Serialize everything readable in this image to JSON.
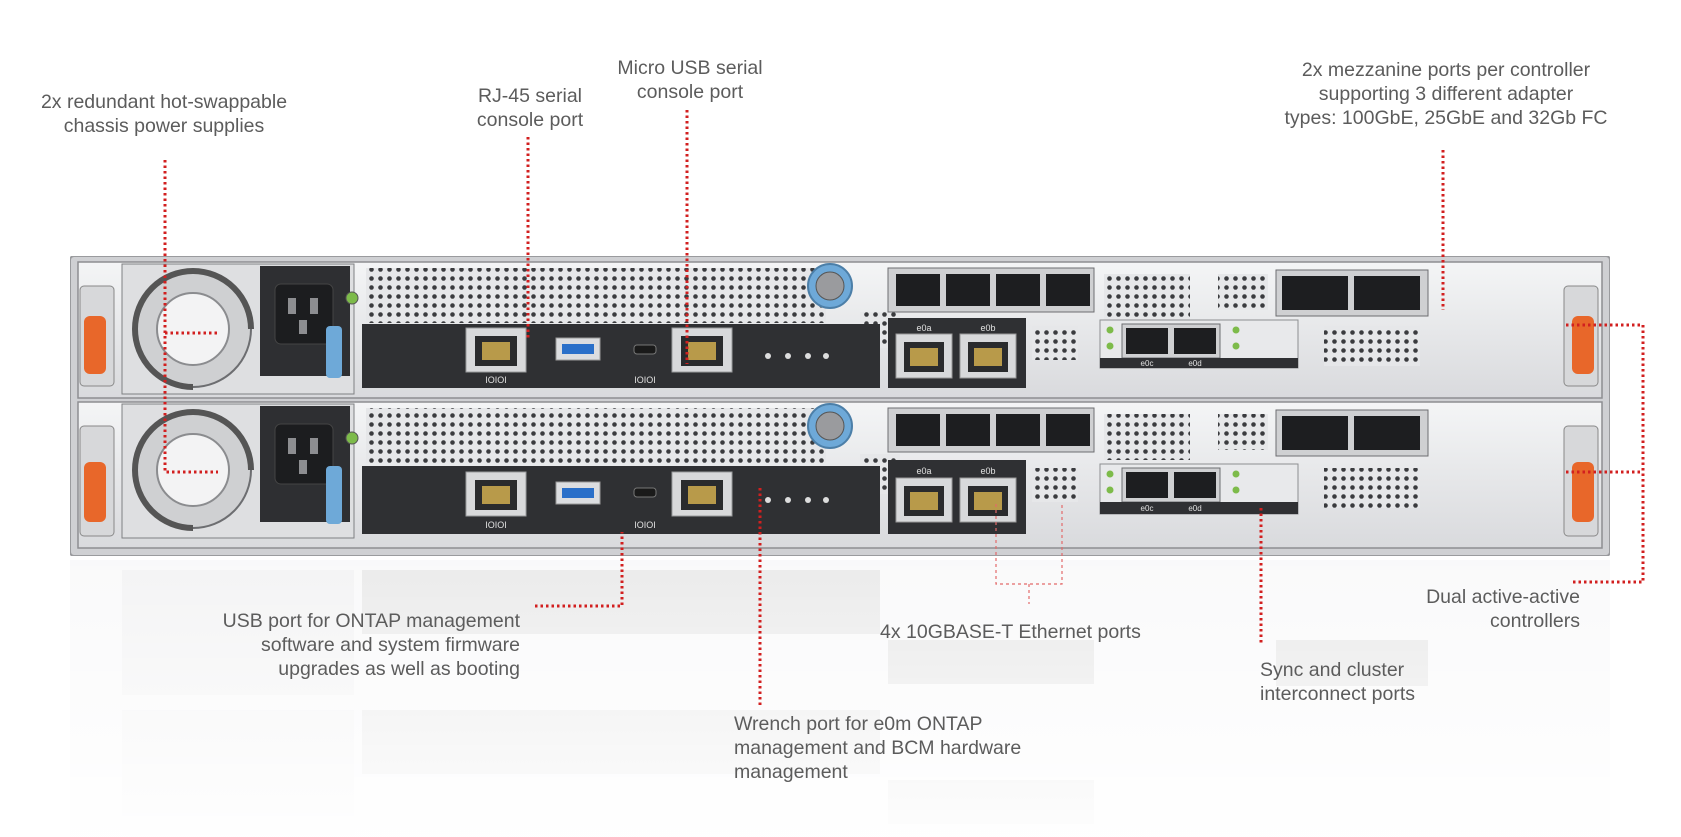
{
  "callouts": {
    "power": [
      "2x redundant hot-swappable",
      "chassis power supplies"
    ],
    "rj45": [
      "RJ-45 serial",
      "console port"
    ],
    "microusb": [
      "Micro USB serial",
      "console port"
    ],
    "mezzanine": [
      "2x mezzanine ports per controller",
      "supporting 3 different adapter",
      "types: 100GbE, 25GbE and 32Gb FC"
    ],
    "usb": [
      "USB port for ONTAP management",
      "software and system firmware",
      "upgrades as well as booting"
    ],
    "ethernet": [
      "4x 10GBASE-T Ethernet ports"
    ],
    "wrench": [
      "Wrench port for e0m ONTAP",
      "management and BCM hardware",
      "management"
    ],
    "sync": [
      "Sync and cluster",
      "interconnect ports"
    ],
    "controllers": [
      "Dual active-active",
      "controllers"
    ]
  },
  "port_labels": {
    "serial": "IOIOI",
    "e0a": "e0a",
    "e0b": "e0b",
    "e0c": "e0c",
    "e0d": "e0d"
  },
  "colors": {
    "leader": "#d21f1f",
    "chassis_body": "#e9eaec",
    "panel_dark": "#2f3033",
    "latch_orange": "#e8672a",
    "latch_blue": "#6ea9d8",
    "text": "#5c5c5c"
  }
}
